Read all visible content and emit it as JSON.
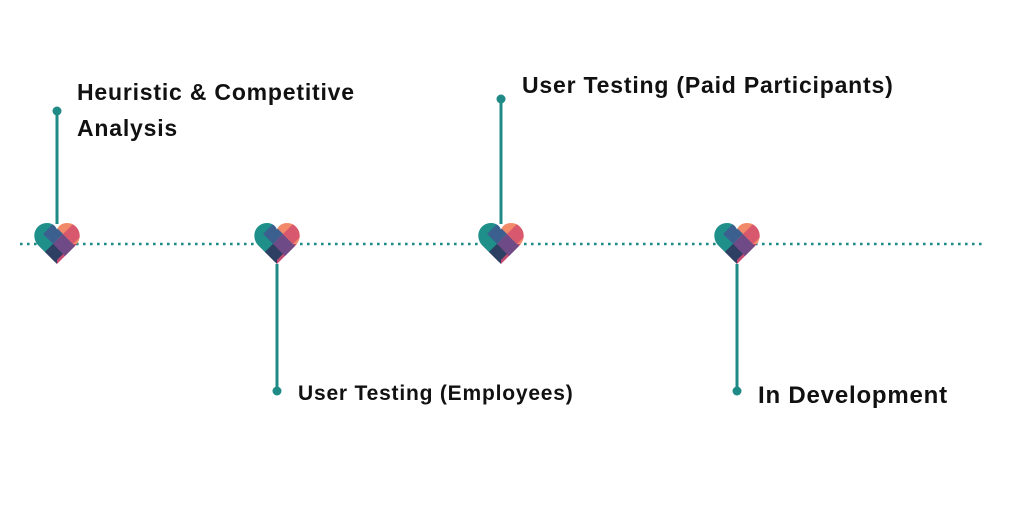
{
  "diagram": {
    "type": "timeline",
    "colors": {
      "line": "#1f8a86",
      "heart_teal": "#1f8f8a",
      "heart_blue": "#3b5f8f",
      "heart_purple": "#6e4a86",
      "heart_navy": "#2d3f63",
      "heart_pink": "#d8586e",
      "heart_orange": "#f28a6a",
      "heart_rose": "#c44a72",
      "text": "#111111"
    },
    "milestones": [
      {
        "lines": [
          "Heuristic & Competitive",
          "Analysis"
        ],
        "icon": "heart-icon"
      },
      {
        "lines": [
          "User Testing (Employees)"
        ],
        "icon": "heart-icon"
      },
      {
        "lines": [
          "User Testing (Paid Participants)"
        ],
        "icon": "heart-icon"
      },
      {
        "lines": [
          "In Development"
        ],
        "icon": "heart-icon"
      }
    ]
  }
}
